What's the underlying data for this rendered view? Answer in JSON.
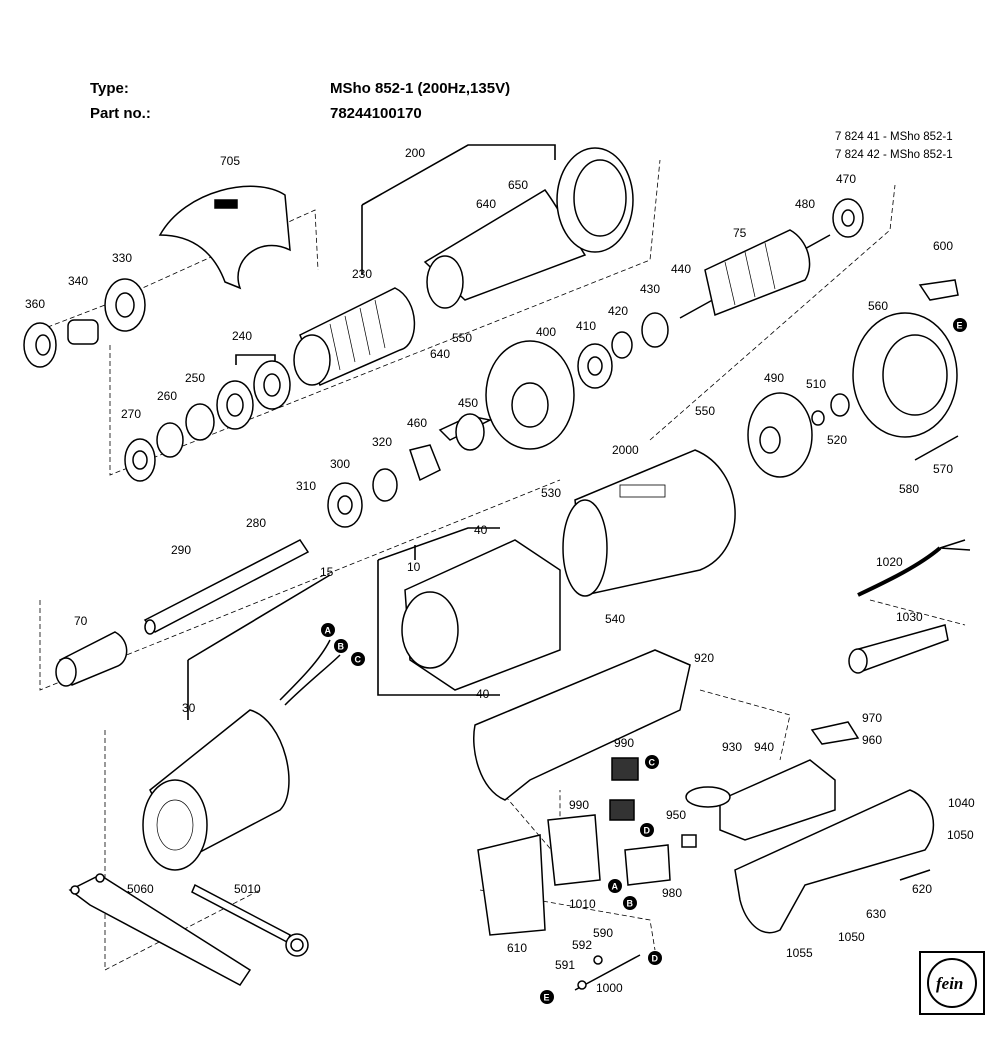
{
  "header": {
    "type_label": "Type:",
    "type_value": "MSho 852-1 (200Hz,135V)",
    "part_label": "Part no.:",
    "part_value": "78244100170"
  },
  "variants": [
    "7 824 41 - MSho 852-1",
    "7 824 42 - MSho 852-1"
  ],
  "parts": {
    "p705": "705",
    "p200": "200",
    "p650": "650",
    "p640a": "640",
    "p470": "470",
    "p480": "480",
    "p75": "75",
    "p440": "440",
    "p600": "600",
    "p360": "360",
    "p340": "340",
    "p330": "330",
    "p230": "230",
    "p240": "240",
    "p550a": "550",
    "p640b": "640",
    "p400": "400",
    "p410": "410",
    "p420": "420",
    "p430": "430",
    "p560": "560",
    "p250": "250",
    "p270": "270",
    "p260": "260",
    "p450": "450",
    "p460": "460",
    "p320": "320",
    "p550b": "550",
    "p490": "490",
    "p510": "510",
    "p520": "520",
    "p570": "570",
    "p580": "580",
    "p2000": "2000",
    "p300": "300",
    "p310": "310",
    "p280": "280",
    "p530": "530",
    "p40a": "40",
    "p10": "10",
    "p290": "290",
    "p15": "15",
    "p540": "540",
    "p1020": "1020",
    "p70": "70",
    "p1030": "1030",
    "p920": "920",
    "p30": "30",
    "p40b": "40",
    "p970": "970",
    "p960": "960",
    "p990a": "990",
    "p940": "940",
    "p930": "930",
    "p990b": "990",
    "p950": "950",
    "p1040": "1040",
    "p1050a": "1050",
    "p620": "620",
    "p1010": "1010",
    "p980": "980",
    "p630": "630",
    "p1050b": "1050",
    "p1055": "1055",
    "p5060": "5060",
    "p5010": "5010",
    "p590": "590",
    "p592": "592",
    "p591": "591",
    "p1000": "1000",
    "p610": "610"
  },
  "markers": {
    "A": "A",
    "B": "B",
    "C": "C",
    "D": "D",
    "E": "E"
  },
  "logo_text": "fein"
}
